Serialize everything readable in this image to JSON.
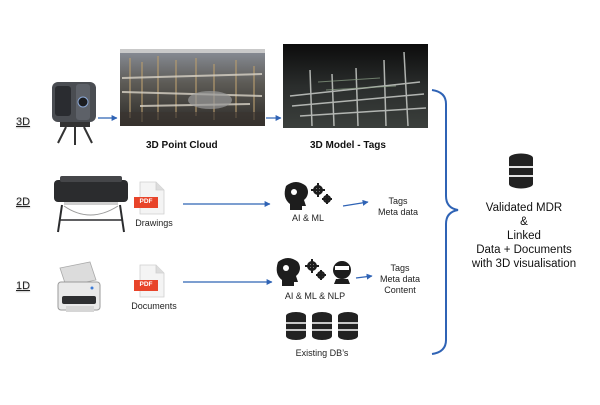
{
  "rows": {
    "r3d": "3D",
    "r2d": "2D",
    "r1d": "1D"
  },
  "captions": {
    "point_cloud": "3D Point Cloud",
    "model_tags": "3D Model - Tags"
  },
  "files": {
    "pdf_badge": "PDF",
    "drawings": "Drawings",
    "documents": "Documents"
  },
  "ai": {
    "ai_ml": "AI  &  ML",
    "ai_ml_nlp": "AI  &  ML & NLP"
  },
  "outputs2d": {
    "l1": "Tags",
    "l2": "Meta data"
  },
  "outputs1d": {
    "l1": "Tags",
    "l2": "Meta data",
    "l3": "Content"
  },
  "db": {
    "label": "Existing  DB’s"
  },
  "result": {
    "l1": "Validated MDR",
    "l2": "&",
    "l3": "Linked",
    "l4": "Data + Documents",
    "l5": "with 3D visualisation"
  },
  "colors": {
    "arrow": "#2f63b5",
    "pdf": "#e8442a",
    "db": "#222222",
    "brace": "#2f63b5"
  },
  "icons": [
    "scanner-icon",
    "plotter-icon",
    "document-scanner-icon",
    "pdf-file-icon",
    "head-gear-icon",
    "gears-icon",
    "nlp-head-icon",
    "database-icon"
  ]
}
